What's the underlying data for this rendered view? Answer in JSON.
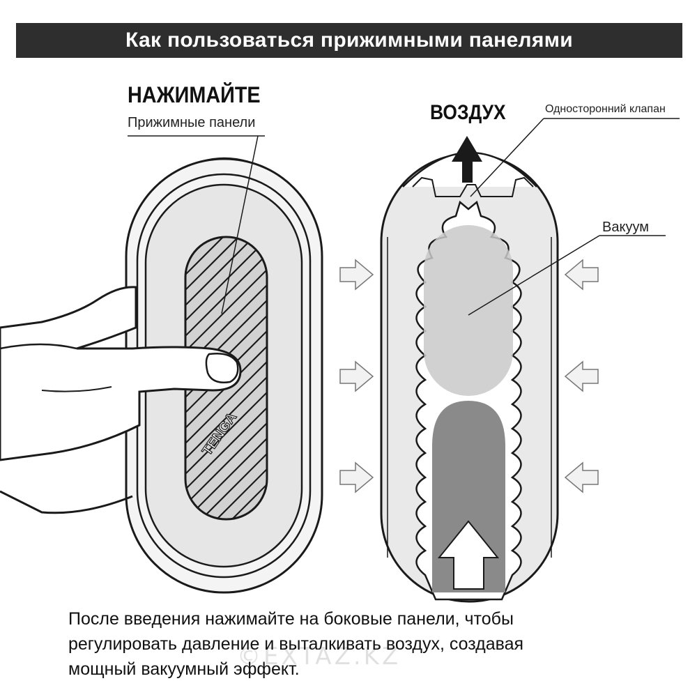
{
  "header": {
    "title": "Как пользоваться прижимными панелями"
  },
  "left_diagram": {
    "heading": "НАЖИМАЙТЕ",
    "subheading": "Прижимные панели",
    "brand_mark": "TENGA"
  },
  "right_diagram": {
    "air_label": "ВОЗДУХ",
    "valve_label": "Односторонний клапан",
    "vacuum_label": "Вакуум"
  },
  "caption": {
    "line1": "После введения нажимайте на боковые панели, чтобы",
    "line2": "регулировать давление и выталкивать воздух, создавая",
    "line3": "мощный вакуумный эффект."
  },
  "watermark": "©EXTAZ.KZ",
  "colors": {
    "banner": "#2e2e2e",
    "outline": "#1a1a1a",
    "body_fill": "#e9e9e9",
    "panel_fill": "#d4d4d4",
    "vacuum_fill": "#c8c8c8",
    "insert_fill": "#8a8a8a",
    "arrow_fill": "#f2f2f2"
  }
}
